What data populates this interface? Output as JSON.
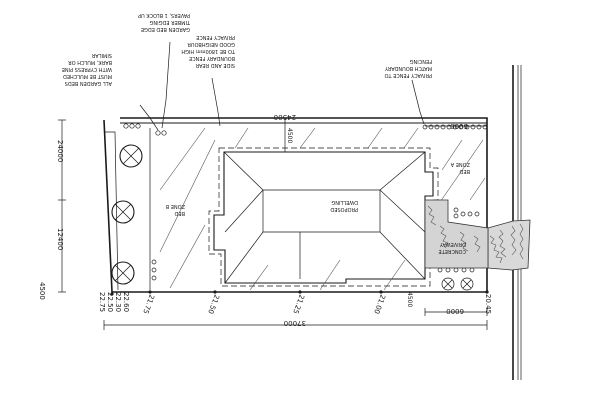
{
  "labels": {
    "dim_top": "24500",
    "dim_top_inner": "6000",
    "dim_bottom_total": "37000",
    "dim_bottom_right": "6000",
    "dim_left_a": "24000",
    "dim_left_b": "12400",
    "dim_left_c": "4500",
    "dim_side_a": "4500",
    "dim_right_a": "4500",
    "levels": {
      "l1": "22.60",
      "l2": "22.30",
      "l3": "22.50",
      "l4": "22.75",
      "l5": "21.75",
      "l6": "21.50",
      "l7": "21.25",
      "l8": "21.00",
      "l9": "20.45"
    },
    "note_left": [
      "ALL GARDEN BEDS",
      "MUST BE MULCHED",
      "WITH CYPRESS PINE",
      "BARK, MULCH OR",
      "SIMILAR"
    ],
    "note_top_a": [
      "GARDEN BED EDGE",
      "TIMBER EDGING",
      "PAVERS, 1 BLOCK UP"
    ],
    "note_top_b": [
      "SIDE AND REAR",
      "BOUNDARY FENCE",
      "TO BE 1800mm HIGH",
      "GOOD NEIGHBOUR",
      "PRIVACY FENCE"
    ],
    "note_top_c": [
      "PRIVACY FENCE TO",
      "MATCH BOUNDARY",
      "FENCING"
    ],
    "zone_left": [
      "BED",
      "ZONE B"
    ],
    "zone_center": [
      "PROPOSED",
      "DWELLING"
    ],
    "zone_right": [
      "BED",
      "ZONE A"
    ],
    "zone_drive": [
      "CONCRETE",
      "DRIVEWAY"
    ]
  }
}
